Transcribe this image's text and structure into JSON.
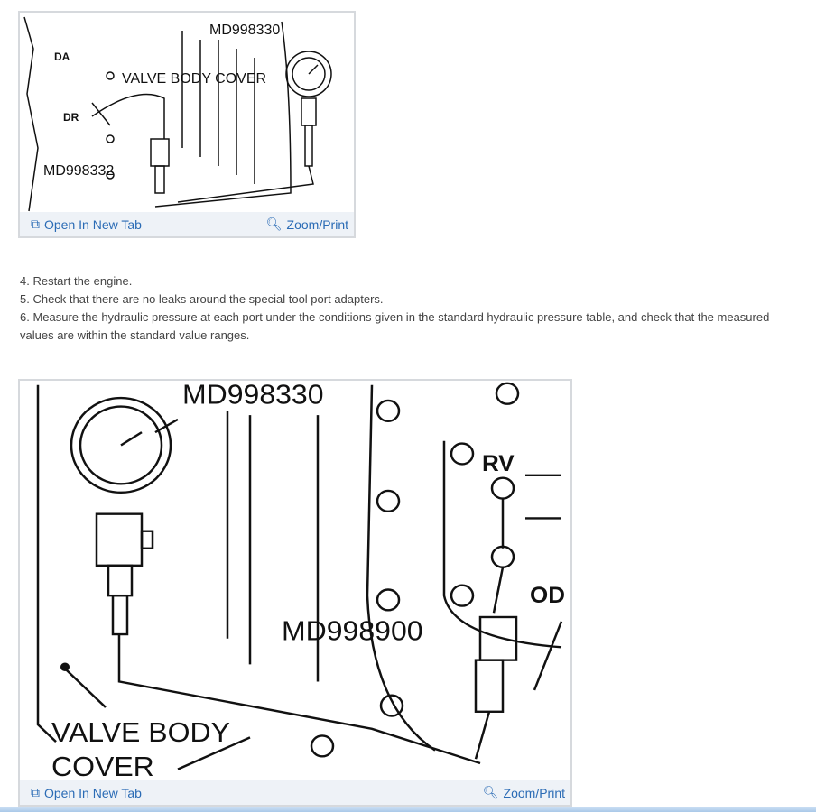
{
  "figure1": {
    "labels": {
      "tool1": "MD998330",
      "cover": "VALVE BODY COVER",
      "da": "DA",
      "dr": "DR",
      "tool2": "MD998332"
    },
    "open_tab": "Open In New Tab",
    "zoom_print": "Zoom/Print"
  },
  "steps": [
    " 4. Restart the engine.",
    " 5. Check that there are no leaks around the special tool port adapters.",
    " 6. Measure the hydraulic pressure at each port under the conditions given in the standard hydraulic pressure table, and check that the measured values are within the standard value ranges."
  ],
  "figure2": {
    "labels": {
      "tool1": "MD998330",
      "rv": "RV",
      "od": "OD",
      "tool3": "MD998900",
      "cover1": "VALVE BODY",
      "cover2": "COVER"
    },
    "open_tab": "Open In New Tab",
    "zoom_print": "Zoom/Print"
  },
  "colors": {
    "link": "#2a6bb5",
    "footer": "#eef2f7",
    "text": "#444444"
  }
}
